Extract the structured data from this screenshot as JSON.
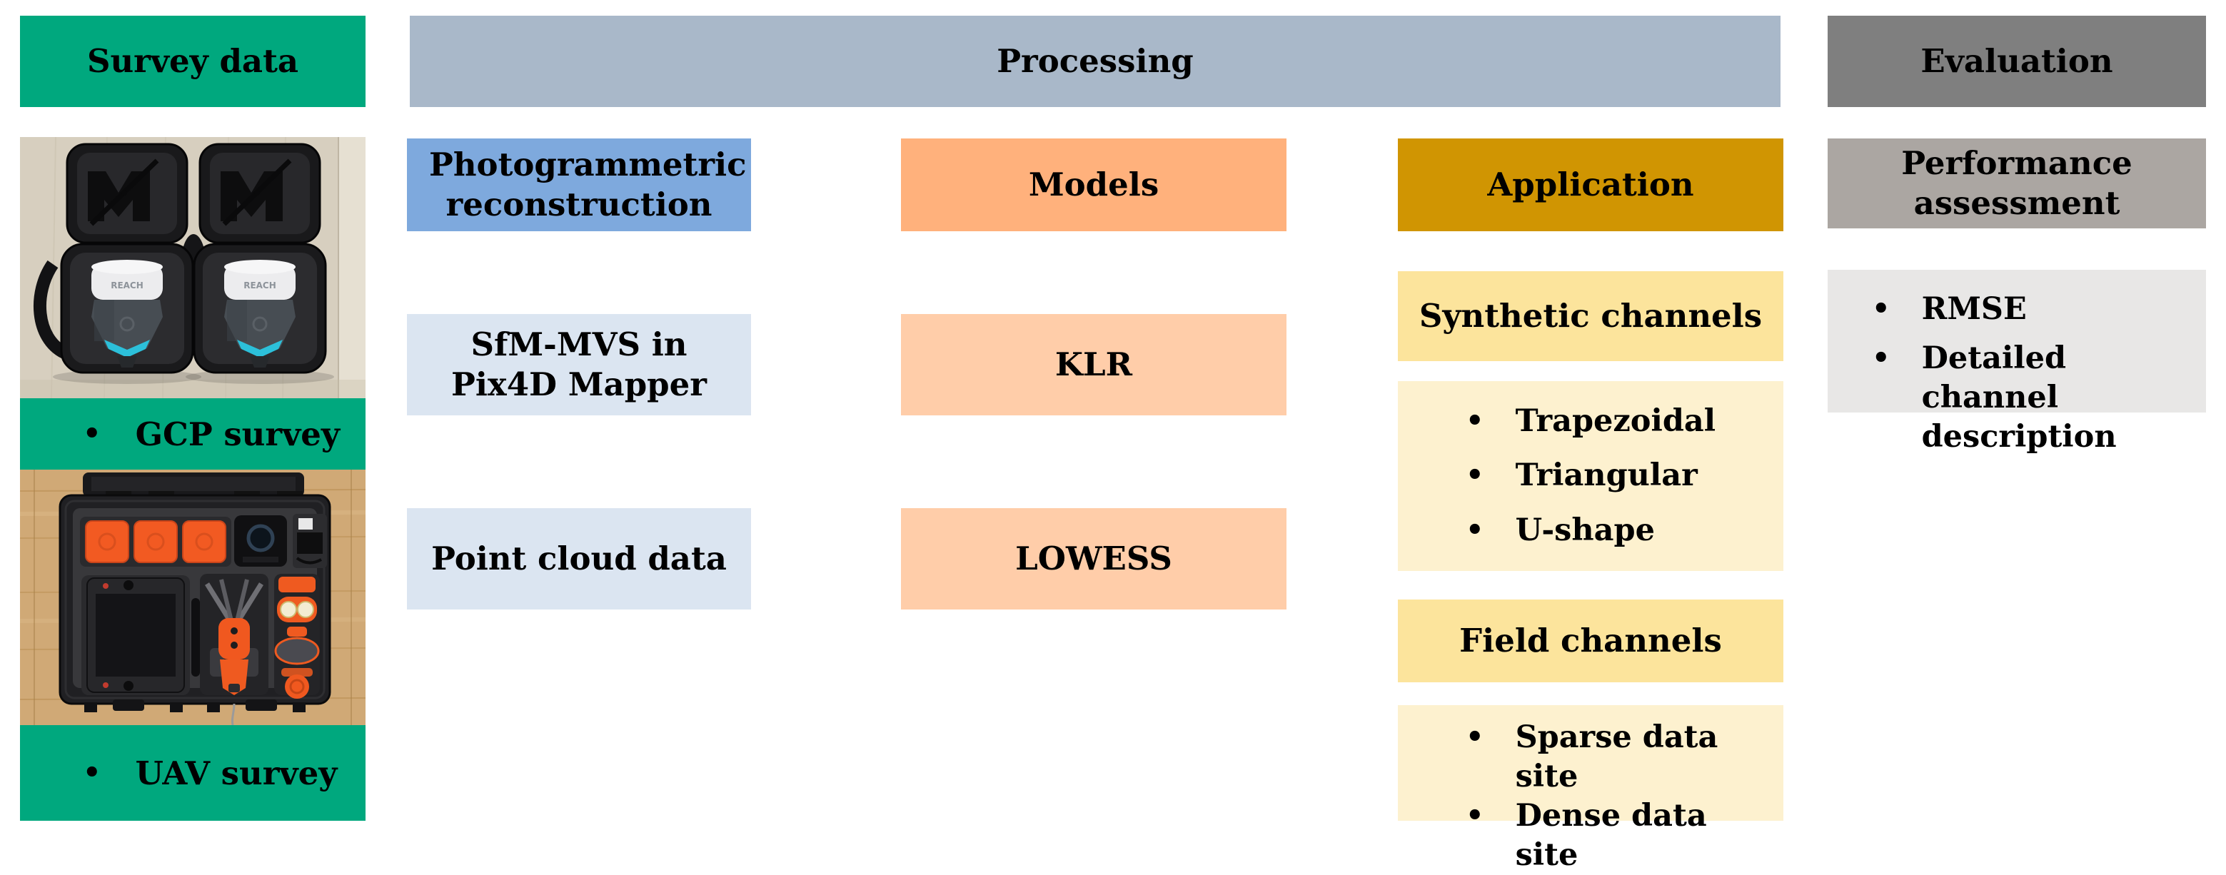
{
  "ui": {
    "bullet": "•"
  },
  "colors": {
    "green": "#00a87e",
    "processing_header": "#a9b8c9",
    "evaluation_header": "#7f7f7f",
    "photogrammetry_blue": "#7ea9dd",
    "light_blue": "#dbe5f1",
    "models_orange": "#ffb17c",
    "light_orange": "#ffcda9",
    "application_gold": "#d09502",
    "yellow": "#fce49c",
    "cream": "#fdf1cf",
    "performance_gray": "#aba6a2",
    "light_gray": "#e8e7e6"
  },
  "headers": {
    "survey_data": "Survey data",
    "processing": "Processing",
    "evaluation": "Evaluation"
  },
  "survey": {
    "gcp_caption": "GCP survey",
    "uav_caption": "UAV survey",
    "receiver_brand": "REACH"
  },
  "processing": {
    "photogrammetry": {
      "header": "Photogrammetric reconstruction",
      "items": [
        "SfM-MVS in Pix4D Mapper",
        "Point cloud data"
      ]
    },
    "models": {
      "header": "Models",
      "items": [
        "KLR",
        "LOWESS"
      ]
    },
    "application": {
      "header": "Application",
      "synthetic_header": "Synthetic channels",
      "synthetic_items": [
        "Trapezoidal",
        "Triangular",
        "U-shape"
      ],
      "field_header": "Field channels",
      "field_items": [
        "Sparse data site",
        "Dense data site"
      ]
    }
  },
  "evaluation": {
    "header": "Performance assessment",
    "items": [
      "RMSE",
      "Detailed channel description"
    ]
  }
}
